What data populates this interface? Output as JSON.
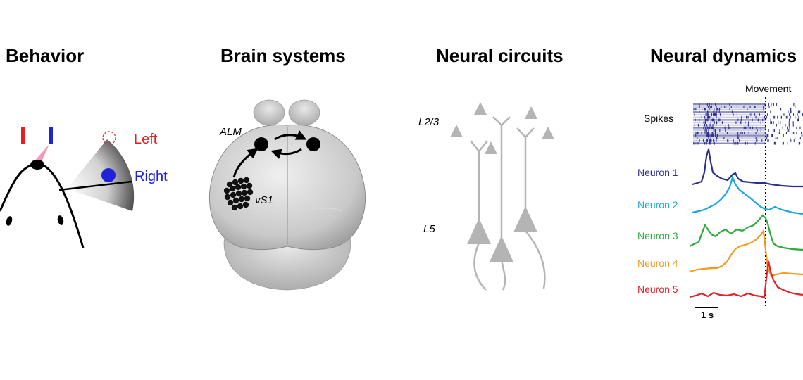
{
  "panels": {
    "behavior": {
      "title": "Behavior",
      "left_label": "Left",
      "right_label": "Right"
    },
    "brain": {
      "title": "Brain systems",
      "alm_label": "ALM",
      "vs1_label": "vS1"
    },
    "circuits": {
      "title": "Neural circuits",
      "layer_upper": "L2/3",
      "layer_lower": "L5"
    },
    "dynamics": {
      "title": "Neural dynamics",
      "movement_label": "Movement",
      "spikes_label": "Spikes",
      "scale_label": "1 s",
      "neurons": [
        {
          "label": "Neuron 1",
          "color": "#2b2f8f"
        },
        {
          "label": "Neuron 2",
          "color": "#1aa7e0"
        },
        {
          "label": "Neuron 3",
          "color": "#2daa3b"
        },
        {
          "label": "Neuron 4",
          "color": "#f39a1f"
        },
        {
          "label": "Neuron 5",
          "color": "#e3222b"
        }
      ]
    }
  },
  "colors": {
    "left_red": "#e31e24",
    "right_blue": "#1f22d8",
    "lick_pink": "#f19ac0",
    "neuron_gray": "#b4b4b4",
    "spike_blue": "#2b2f8f"
  }
}
